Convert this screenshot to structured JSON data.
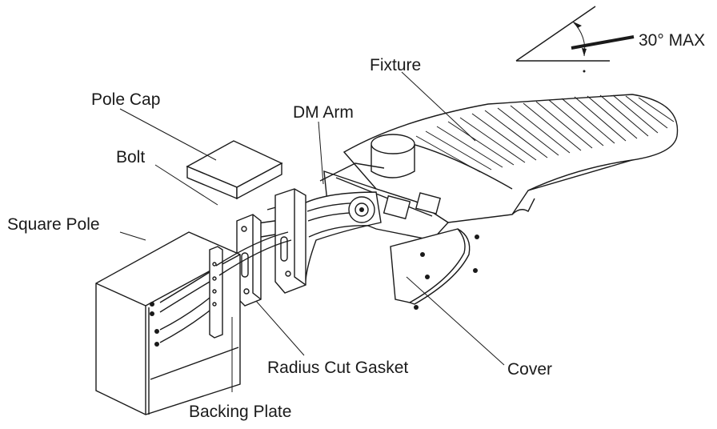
{
  "labels": {
    "angle": "30° MAX",
    "fixture": "Fixture",
    "pole_cap": "Pole Cap",
    "dm_arm": "DM Arm",
    "bolt": "Bolt",
    "square_pole": "Square Pole",
    "radius_cut_gasket": "Radius Cut Gasket",
    "cover": "Cover",
    "backing_plate": "Backing Plate"
  },
  "icons": {
    "angle_indicator": "angle-icon",
    "fixture": "fixture-icon",
    "pole_cap": "pole-cap-icon",
    "dm_arm": "dm-arm-icon",
    "bolt": "bolt-icon",
    "square_pole": "square-pole-icon",
    "gasket": "gasket-icon",
    "backing_plate": "backing-plate-icon",
    "cover": "cover-icon"
  }
}
